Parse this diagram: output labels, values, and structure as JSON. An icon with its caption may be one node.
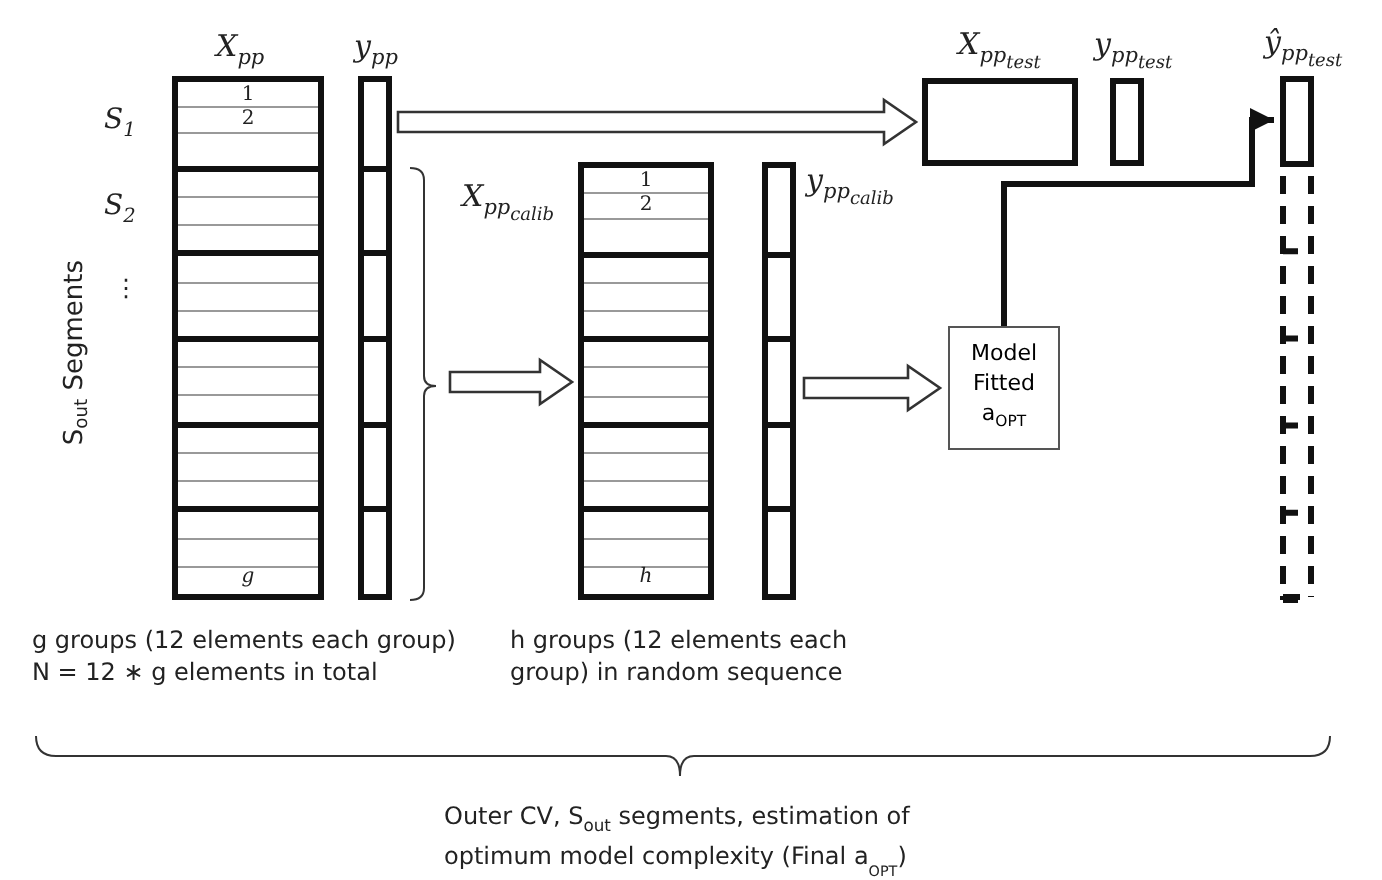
{
  "diagram": {
    "nodes": [
      {
        "text": [
          "X$_{pp}$",
          "1",
          "2",
          "g"
        ]
      },
      {
        "text": [
          "y$_{pp}$"
        ]
      },
      {
        "text": [
          "X$_{pp}$$_{calib}$",
          "1",
          "2",
          "h"
        ]
      },
      {
        "text": [
          "y$_{pp}$$_{calib}$"
        ]
      },
      {
        "text": [
          "X$_{pp}$$_{test}$"
        ]
      },
      {
        "text": [
          "y$_{pp}$$_{test}$"
        ]
      },
      {
        "text": [
          "Model Fitted a$_{OPT}$"
        ]
      },
      {
        "text": [
          "ŷ$_{pp}$$_{test}$"
        ]
      }
    ],
    "edges": [
      {
        "from": 1,
        "to": 4,
        "arrow": "to"
      },
      {
        "from": 1,
        "to": 2,
        "arrow": "to"
      },
      {
        "from": 3,
        "to": 6,
        "arrow": "to"
      },
      {
        "from": 6,
        "to": 7,
        "arrow": "to"
      }
    ],
    "labels": [
      "S$_{1}$",
      "S$_{2}$",
      "⋮",
      "S$_{out}$ Segments",
      "g groups (12 elements each group) N = 12 ∗ g elements in total",
      "h groups (12 elements each group) in random sequence",
      "Outer CV, S$_{out}$ segments, estimation of optimum model complexity (Final a$_{OPT}$)"
    ]
  }
}
